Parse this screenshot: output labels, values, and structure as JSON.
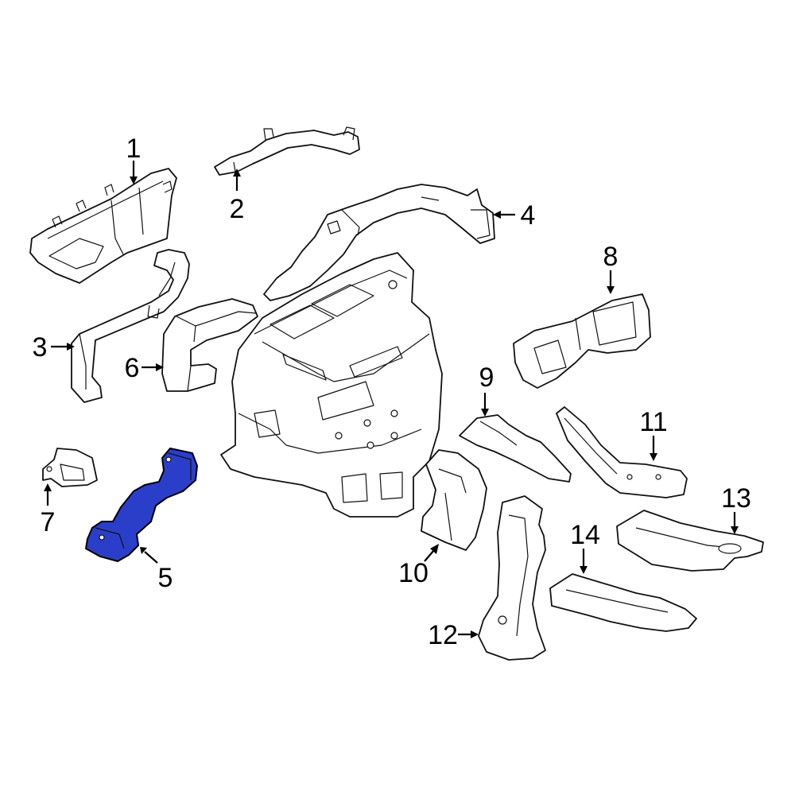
{
  "diagram": {
    "highlight_color": "#2b3ec9",
    "highlighted_part": "5",
    "callouts": {
      "c1": "1",
      "c2": "2",
      "c3": "3",
      "c4": "4",
      "c5": "5",
      "c6": "6",
      "c7": "7",
      "c8": "8",
      "c9": "9",
      "c10": "10",
      "c11": "11",
      "c12": "12",
      "c13": "13",
      "c14": "14"
    }
  }
}
